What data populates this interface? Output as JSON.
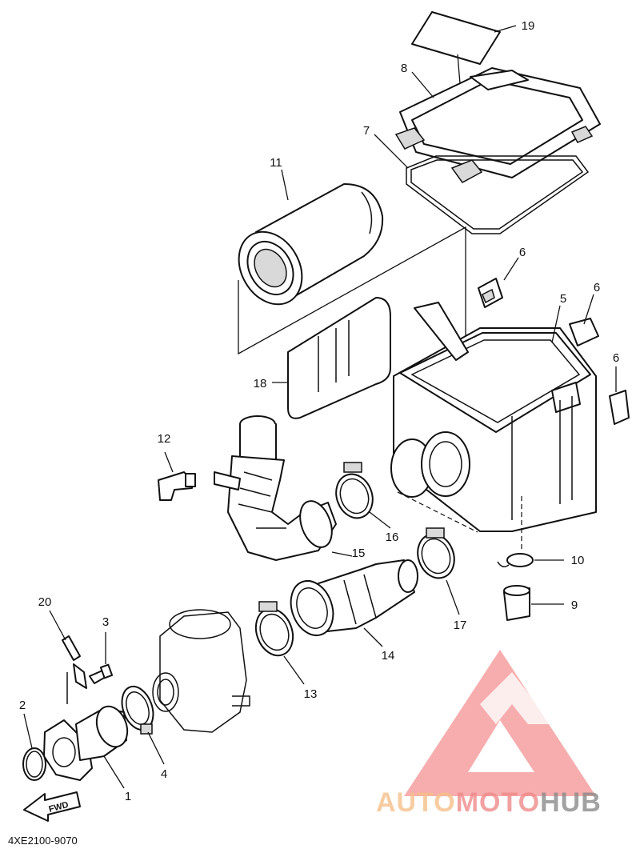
{
  "diagram": {
    "code": "4XE2100-9070",
    "fwd_label": "FWD",
    "parts": [
      {
        "id": "1",
        "label": "1"
      },
      {
        "id": "2",
        "label": "2"
      },
      {
        "id": "3",
        "label": "3"
      },
      {
        "id": "4",
        "label": "4"
      },
      {
        "id": "5",
        "label": "5"
      },
      {
        "id": "6a",
        "label": "6"
      },
      {
        "id": "6b",
        "label": "6"
      },
      {
        "id": "6c",
        "label": "6"
      },
      {
        "id": "7",
        "label": "7"
      },
      {
        "id": "8",
        "label": "8"
      },
      {
        "id": "9",
        "label": "9"
      },
      {
        "id": "10",
        "label": "10"
      },
      {
        "id": "11",
        "label": "11"
      },
      {
        "id": "12",
        "label": "12"
      },
      {
        "id": "13",
        "label": "13"
      },
      {
        "id": "14",
        "label": "14"
      },
      {
        "id": "15",
        "label": "15"
      },
      {
        "id": "16",
        "label": "16"
      },
      {
        "id": "17",
        "label": "17"
      },
      {
        "id": "18",
        "label": "18"
      },
      {
        "id": "19",
        "label": "19"
      },
      {
        "id": "20",
        "label": "20"
      }
    ]
  },
  "watermark": {
    "part1": "AUTO",
    "part2": "MOTO",
    "part3": "HUB",
    "color1": "#f6c08a",
    "color2": "#f08a8a",
    "color3": "#8a8a8a",
    "logo_color": "#f26b6b"
  }
}
